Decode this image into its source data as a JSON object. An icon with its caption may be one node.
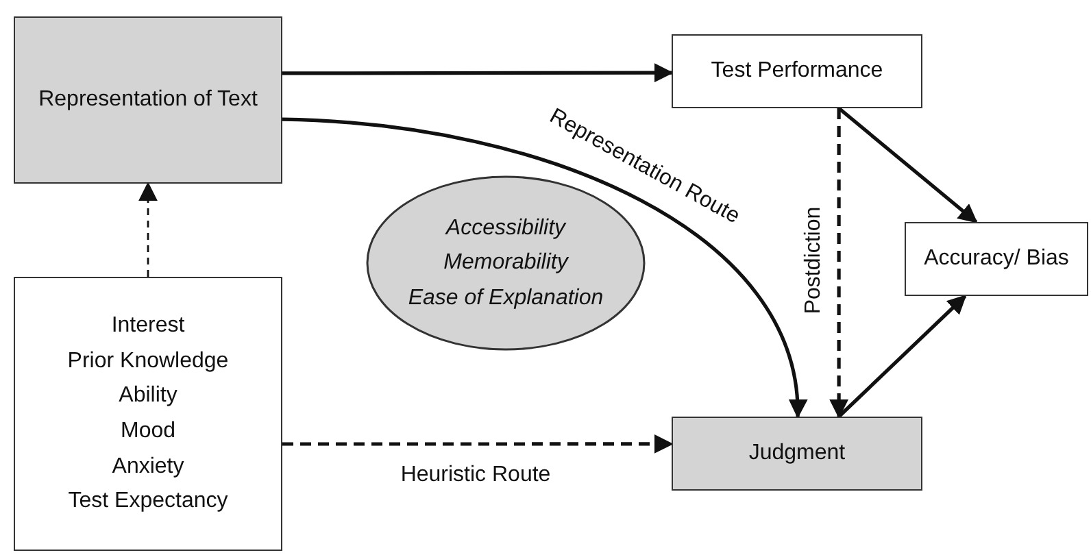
{
  "diagram": {
    "nodes": [
      {
        "text": [
          "Representation of Text"
        ]
      },
      {
        "text": [
          "Test Performance"
        ]
      },
      {
        "text": [
          "Interest",
          "Prior Knowledge",
          "Ability",
          "Mood",
          "Anxiety",
          "Test Expectancy"
        ]
      },
      {
        "text": [
          "Accessibility",
          "Memorability",
          "Ease of Explanation"
        ]
      },
      {
        "text": [
          "Accuracy/ Bias"
        ]
      },
      {
        "text": [
          "Judgment"
        ]
      }
    ],
    "edges": [
      {
        "from": 0,
        "to": 1,
        "arrow": "to"
      },
      {
        "from": 0,
        "to": 5,
        "arrow": "to",
        "label": "Representation Route"
      },
      {
        "from": 2,
        "to": 0,
        "arrow": "to",
        "style": "dashed"
      },
      {
        "from": 2,
        "to": 5,
        "arrow": "to",
        "style": "dashed",
        "label": "Heuristic Route"
      },
      {
        "from": 1,
        "to": 5,
        "arrow": "to",
        "style": "dashed",
        "label": "Postdiction"
      },
      {
        "from": 1,
        "to": 4,
        "arrow": "to"
      },
      {
        "from": 5,
        "to": 4,
        "arrow": "to"
      }
    ]
  }
}
